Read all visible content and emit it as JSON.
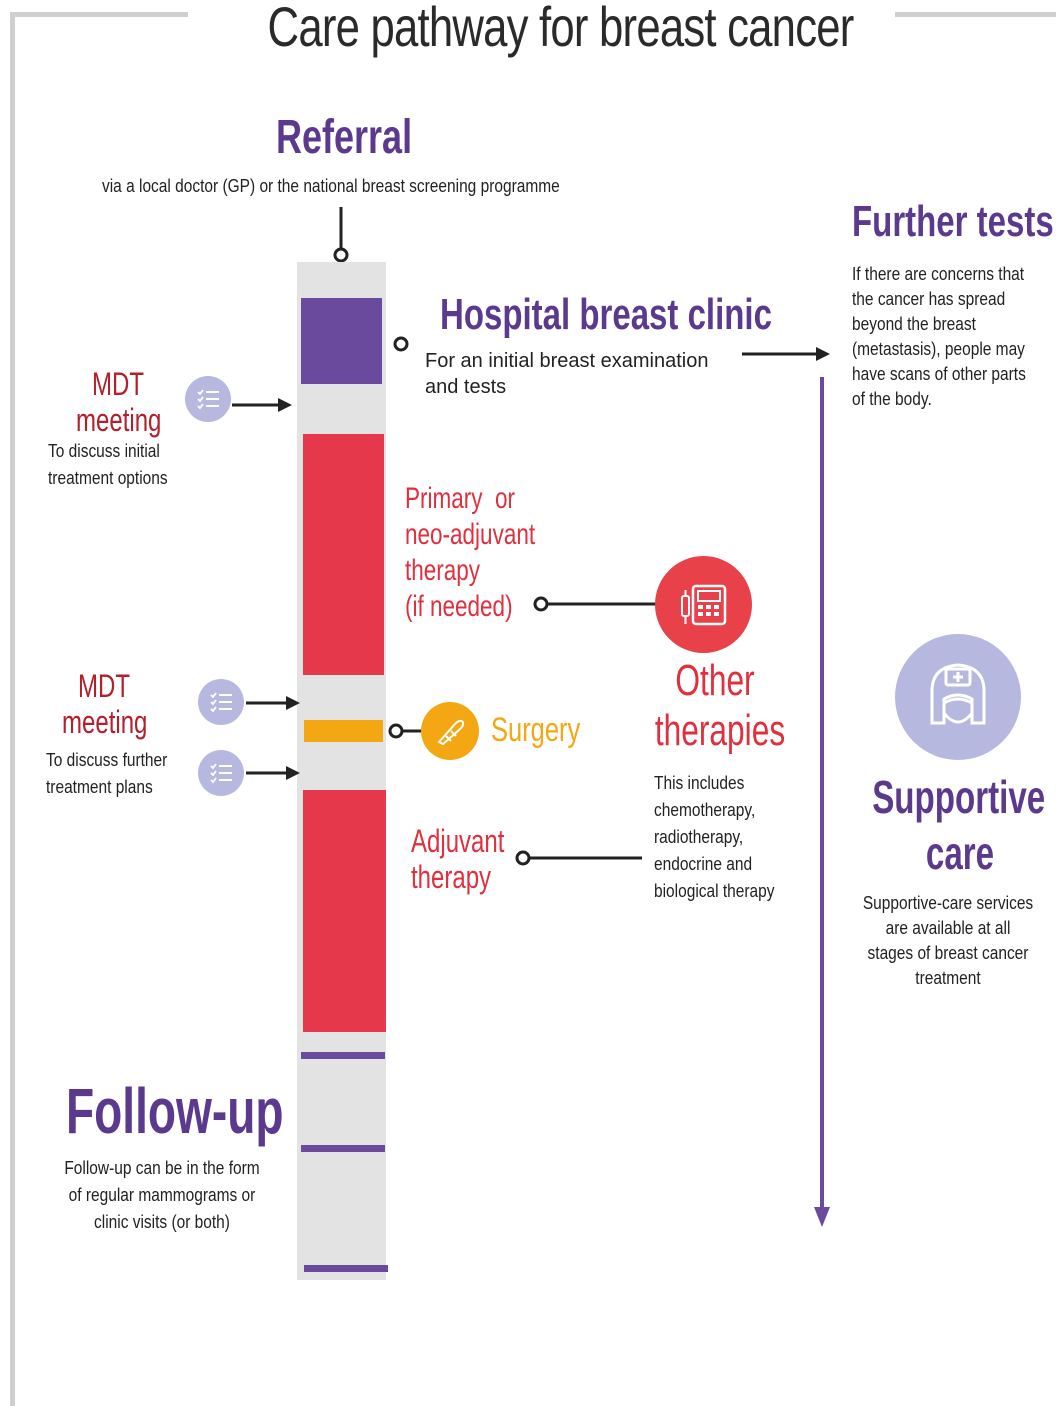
{
  "title": "Care pathway for breast cancer",
  "referral": {
    "heading": "Referral",
    "text": "via a local doctor (GP) or the national breast screening programme"
  },
  "hospital_clinic": {
    "heading": "Hospital breast clinic",
    "text_line1": "For an initial breast examination",
    "text_line2": "and tests"
  },
  "mdt_initial": {
    "heading_line1": "MDT",
    "heading_line2": "meeting",
    "text_line1": "To discuss initial",
    "text_line2": "treatment options"
  },
  "primary_therapy": {
    "line1": "Primary  or",
    "line2": "neo-adjuvant",
    "line3": "therapy",
    "line4": "(if needed)"
  },
  "mdt_further": {
    "heading_line1": "MDT",
    "heading_line2": "meeting",
    "text_line1": "To discuss further",
    "text_line2": "treatment plans"
  },
  "surgery": {
    "label": "Surgery"
  },
  "adjuvant": {
    "line1": "Adjuvant",
    "line2": "therapy"
  },
  "other_therapies": {
    "heading_line1": "Other",
    "heading_line2": "therapies",
    "text_lines": [
      "This includes",
      "chemotherapy,",
      "radiotherapy,",
      "endocrine and",
      "biological therapy"
    ]
  },
  "further_tests": {
    "heading": "Further tests",
    "text_lines": [
      "If there are concerns that",
      "the cancer has spread",
      "beyond the breast",
      "(metastasis), people may",
      "have scans of other parts",
      "of the body."
    ]
  },
  "supportive_care": {
    "heading_line1": "Supportive",
    "heading_line2": "care",
    "text_lines": [
      "Supportive-care services",
      "are available at all",
      "stages of breast cancer",
      "treatment"
    ]
  },
  "follow_up": {
    "heading": "Follow-up",
    "text_lines": [
      "Follow-up can be in the form",
      "of regular mammograms or",
      "clinic visits (or both)"
    ]
  },
  "colors": {
    "purple": "#5b3a8e",
    "clinic_bar": "#6a4a9c",
    "red_bar": "#e5384a",
    "surgery_orange": "#f3a712",
    "track_grey": "#e3e3e3",
    "icon_lavender": "#b7b8e0",
    "therapy_red": "#e8414a",
    "frame_grey": "#cfcfcf"
  },
  "icons": {
    "mdt": "checklist-icon",
    "therapy": "infusion-pump-icon",
    "surgery": "scalpel-icon",
    "supportive": "nurse-icon"
  }
}
